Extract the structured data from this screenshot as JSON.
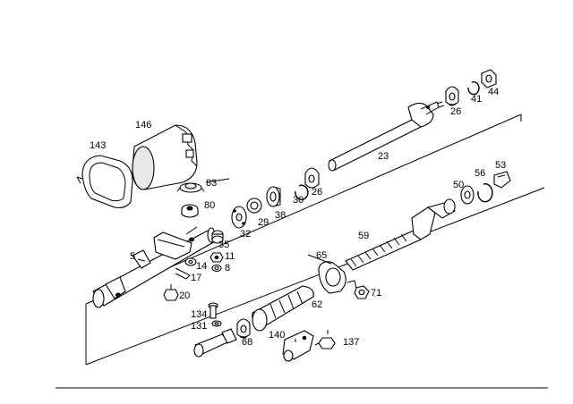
{
  "labels": {
    "l5": "5",
    "l8": "8",
    "l11": "11",
    "l14": "14",
    "l17": "17",
    "l20": "20",
    "l23": "23",
    "l26a": "26",
    "l26b": "26",
    "l29": "29",
    "l30": "30",
    "l32": "32",
    "l35": "35",
    "l38": "38",
    "l41": "41",
    "l44": "44",
    "l50": "50",
    "l53": "53",
    "l56": "56",
    "l59": "59",
    "l62": "62",
    "l65": "65",
    "l68": "68",
    "l71": "71",
    "l80": "80",
    "l83": "83",
    "l131": "131",
    "l134": "134",
    "l137": "137",
    "l140": "140",
    "l143": "143",
    "l146": "146"
  }
}
